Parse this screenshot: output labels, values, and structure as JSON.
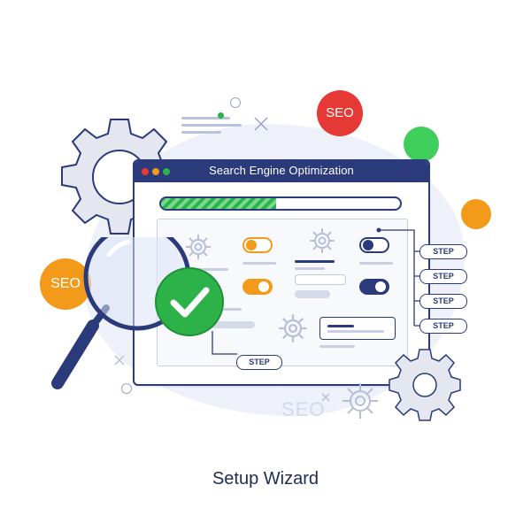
{
  "illustration": {
    "window_title": "Search Engine Optimization",
    "progress_fraction": 0.48,
    "step_label": "STEP",
    "seo_label": "SEO",
    "ghost_label": "SEO",
    "caption": "Setup Wizard"
  },
  "colors": {
    "navy": "#2b3a7a",
    "red": "#e53935",
    "orange": "#f39a1b",
    "green": "#2db24a",
    "light_green": "#3fce5c",
    "gear_gray": "#e4e7ef",
    "blob": "#eef1fa"
  },
  "icons": [
    "gear-icon",
    "magnifier-icon",
    "check-icon",
    "window-control-dots"
  ]
}
